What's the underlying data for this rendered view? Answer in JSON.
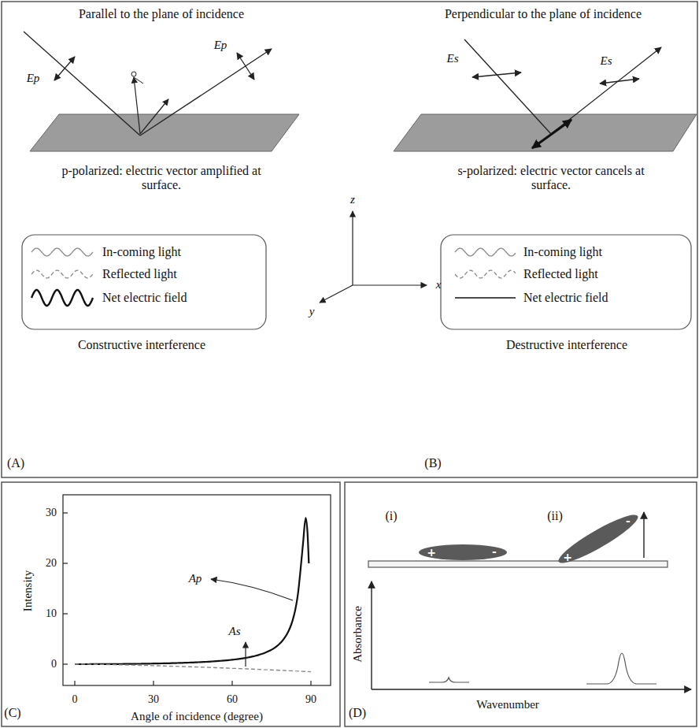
{
  "diagram": {
    "labels": [
      "Parallel to the plane of incidence",
      "Ep",
      "Ep",
      "p-polarized: electric vector amplified at surface.",
      "Constructive interference",
      "(A)",
      "Perpendicular to the plane of incidence",
      "Es",
      "Es",
      "s-polarized: electric vector cancels at surface.",
      "Destructive interference",
      "(B)",
      "z",
      "x",
      "y",
      "30",
      "20",
      "10",
      "0",
      "0",
      "30",
      "60",
      "90",
      "Intensity",
      "Angle of incidence (degree)",
      "Ap",
      "As",
      "(C)",
      "(i)",
      "(ii)",
      "+",
      "-",
      "+",
      "-",
      "Absorbance",
      "Wavenumber",
      "(D)"
    ],
    "legend": [
      {
        "text": "In-coming light"
      },
      {
        "text": "Reflected light"
      },
      {
        "text": "Net electric field"
      },
      {
        "text": "In-coming light"
      },
      {
        "text": "Reflected light"
      },
      {
        "text": "Net electric field"
      }
    ]
  }
}
